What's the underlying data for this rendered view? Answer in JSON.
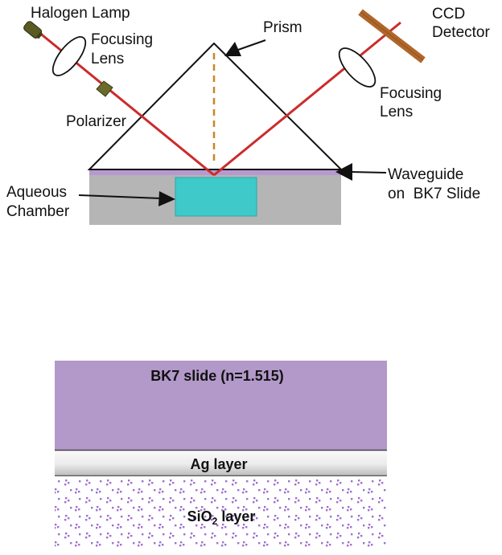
{
  "setup": {
    "labels": {
      "lamp": "Halogen Lamp",
      "lens_left_1": "Focusing",
      "lens_left_2": "Lens",
      "prism": "Prism",
      "detector_1": "CCD",
      "detector_2": "Detector",
      "lens_right_1": "Focusing",
      "lens_right_2": "Lens",
      "polarizer": "Polarizer",
      "waveguide_1": "Waveguide",
      "waveguide_2": "on  BK7 Slide",
      "chamber_1": "Aqueous",
      "chamber_2": "Chamber"
    },
    "colors": {
      "beam": "#cc2b2b",
      "normal_line": "#c8862a",
      "lamp": "#5a5a22",
      "polarizer": "#6b6b2a",
      "detector": "#b0662a",
      "waveguide": "#b799cf",
      "slide": "#b5b5b5",
      "chamber": "#3fc9c9"
    }
  },
  "layers": {
    "bk7": "BK7 slide (n=1.515)",
    "ag": "Ag layer",
    "sio2_main": "SiO",
    "sio2_sub": "2",
    "sio2_suffix": " layer",
    "colors": {
      "bk7": "#b399c9",
      "ag_light": "#fafafa",
      "ag_dark": "#bcbcbc",
      "sio2_dots": "#a070d0"
    }
  }
}
